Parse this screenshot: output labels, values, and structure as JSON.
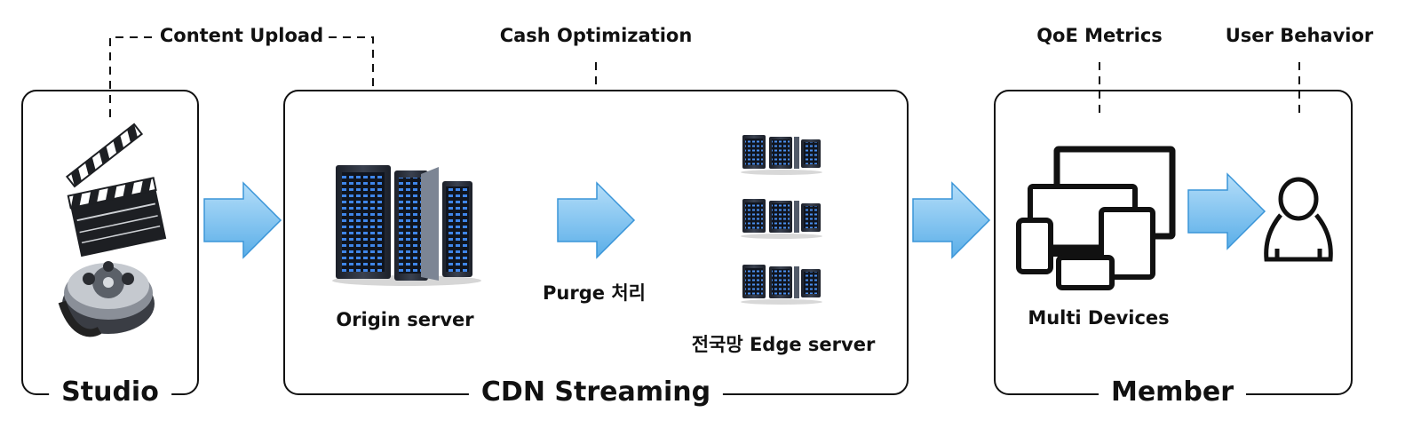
{
  "annotations": {
    "content_upload": "Content Upload",
    "cash_optimization": "Cash Optimization",
    "qoe_metrics": "QoE Metrics",
    "user_behavior": "User Behavior"
  },
  "boxes": {
    "studio": "Studio",
    "cdn": "CDN Streaming",
    "member": "Member"
  },
  "labels": {
    "origin_server": "Origin server",
    "purge": "Purge 처리",
    "edge_server": "전국망 Edge server",
    "multi_devices": "Multi Devices"
  },
  "icons": [
    "clapperboard-film-reel-icon",
    "server-rack-icon",
    "edge-server-rack-icon",
    "devices-icon",
    "user-icon",
    "arrow-right-icon"
  ],
  "colors": {
    "arrow_fill_top": "#a8d8f8",
    "arrow_fill_bottom": "#5ab0ea",
    "arrow_stroke": "#3a95d8",
    "server_light": "#3b7fe0",
    "server_body": "#2a2f3a",
    "outline": "#111111"
  }
}
